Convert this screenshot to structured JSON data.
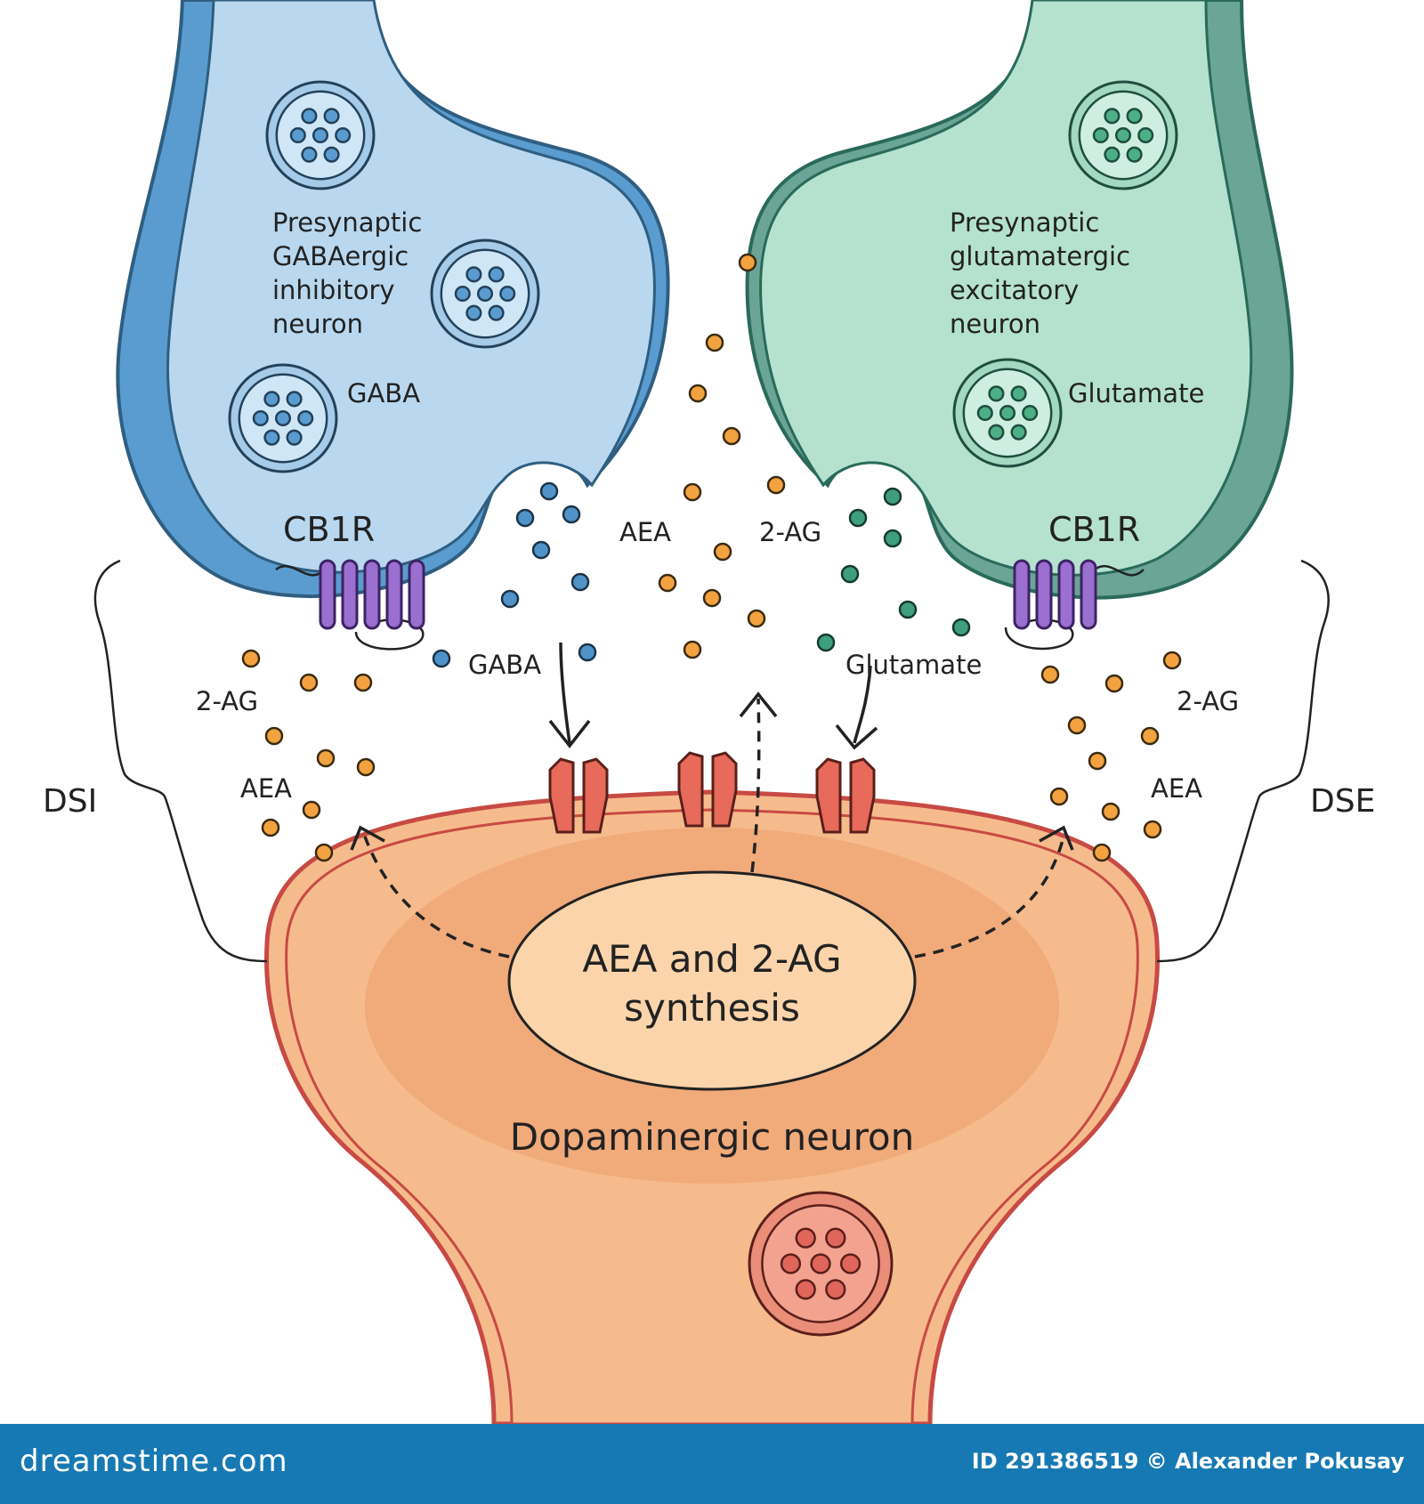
{
  "labels": {
    "gaba_neuron": [
      "Presynaptic",
      "GABAergic",
      "inhibitory",
      "neuron"
    ],
    "glut_neuron": [
      "Presynaptic",
      "glutamatergic",
      "excitatory",
      "neuron"
    ],
    "gaba_vesicle": "GABA",
    "glut_vesicle": "Glutamate",
    "cb1r_left": "CB1R",
    "cb1r_right": "CB1R",
    "aea_center": "AEA",
    "twoag_center": "2-AG",
    "gaba_release": "GABA",
    "glut_release": "Glutamate",
    "twoag_left": "2-AG",
    "aea_left": "AEA",
    "twoag_right": "2-AG",
    "aea_right": "AEA",
    "dsi": "DSI",
    "dse": "DSE",
    "synthesis": [
      "AEA and 2-AG",
      "synthesis"
    ],
    "dopaminergic": "Dopaminergic neuron"
  },
  "footer": {
    "brand": "dreamstime.com",
    "credit": "ID 291386519 © Alexander Pokusay"
  },
  "colors": {
    "gaba": "#b9d8f0",
    "glutamate": "#b5e2cf",
    "dopaminergic": "#f6bb8c",
    "receptor": "#9b6fcf",
    "channel": "#e76a5a",
    "footer": "#1779b3"
  }
}
